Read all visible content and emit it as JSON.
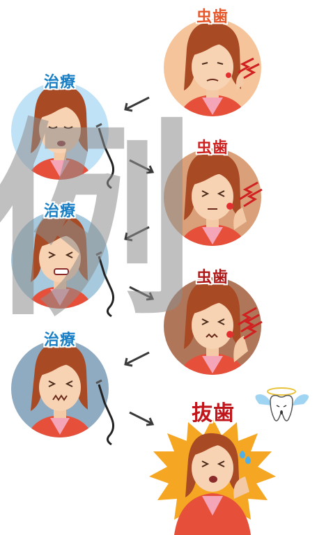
{
  "labels": {
    "cavity_1": "虫歯",
    "cavity_2": "虫歯",
    "cavity_3": "虫歯",
    "treatment_1": "治療",
    "treatment_2": "治療",
    "treatment_3": "治療",
    "extraction": "抜歯"
  },
  "colors": {
    "treatment_text": "#1a7fc4",
    "cavity_text_1": "#e8562a",
    "cavity_text_2": "#d02020",
    "cavity_text_3": "#b01818",
    "extraction_text": "#c0161b",
    "watermark": "#8e8e8e"
  },
  "watermark_text": "例"
}
